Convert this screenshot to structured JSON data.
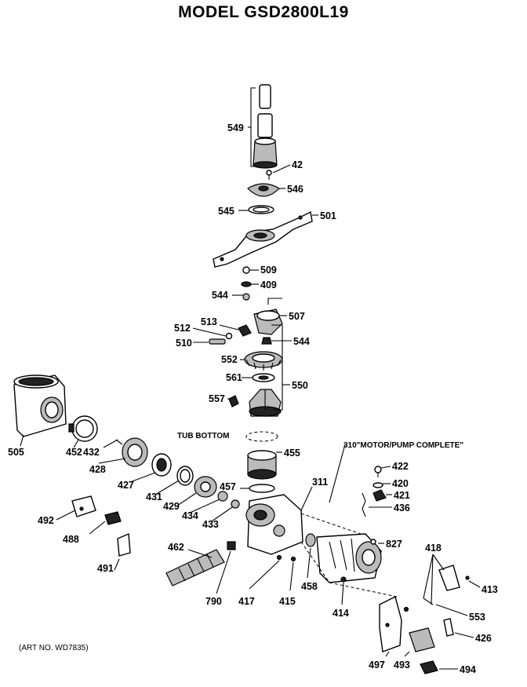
{
  "title": "MODEL GSD2800L19",
  "art_number": "(ART NO. WD7835)",
  "annotations": {
    "tub_bottom": "TUB BOTTOM",
    "motor_pump": "310\"MOTOR/PUMP COMPLETE\""
  },
  "labels": {
    "p549": "549",
    "p42": "42",
    "p546": "546",
    "p545": "545",
    "p501": "501",
    "p509": "509",
    "p409": "409",
    "p544a": "544",
    "p507": "507",
    "p513": "513",
    "p512": "512",
    "p510": "510",
    "p544b": "544",
    "p552": "552",
    "p561": "561",
    "p550": "550",
    "p557": "557",
    "p455": "455",
    "p505": "505",
    "p452": "452",
    "p432": "432",
    "p428": "428",
    "p427": "427",
    "p431": "431",
    "p429": "429",
    "p434": "434",
    "p433": "433",
    "p457": "457",
    "p311": "311",
    "p422": "422",
    "p420": "420",
    "p421": "421",
    "p436": "436",
    "p827": "827",
    "p418": "418",
    "p413": "413",
    "p553": "553",
    "p426": "426",
    "p494": "494",
    "p493": "493",
    "p497": "497",
    "p414": "414",
    "p458": "458",
    "p415": "415",
    "p417": "417",
    "p790": "790",
    "p462": "462",
    "p491": "491",
    "p488": "488",
    "p492": "492"
  }
}
